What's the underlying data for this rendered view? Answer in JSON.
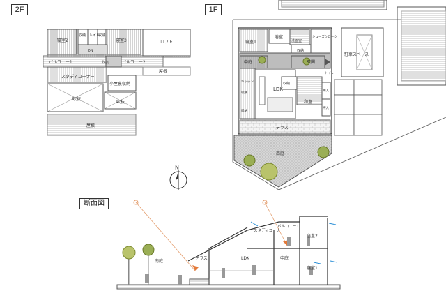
{
  "labels": {
    "floor2": "2F",
    "floor1": "1F",
    "section": "断面図",
    "north": "N"
  },
  "plan2f": {
    "bed2": "寝室2",
    "bed3": "寝室3",
    "storage_a": "収納",
    "storage_b": "収納",
    "toilet": "トイレ",
    "loft": "ロフト",
    "balcony1": "バルコニー1",
    "balcony2": "バルコニー2",
    "void_top": "吹抜",
    "roof_right": "屋根",
    "study": "スタディコーナー",
    "attic": "小屋裏収納",
    "void_left": "吹抜",
    "void_mid": "吹抜",
    "roof_bottom": "屋根",
    "dn": "DN"
  },
  "plan1f": {
    "bed1": "寝室1",
    "bath": "浴室",
    "washroom": "洗面室",
    "shoes": "シューズクローク",
    "storage_top": "収納",
    "parking": "駐車スペース",
    "courtyard": "中庭",
    "entrance": "玄関",
    "kitchen": "キッチン",
    "storage_k": "収納",
    "ldk": "LDK",
    "storage_mid": "収納",
    "storage_low": "収納",
    "tatami": "和室",
    "closet1": "押入",
    "closet2": "押入",
    "toilet": "トイレ",
    "terrace": "テラス",
    "south_garden": "南庭"
  },
  "section": {
    "south_garden": "南庭",
    "terrace": "テラス",
    "ldk": "LDK",
    "courtyard": "中庭",
    "study": "スタディコーナー",
    "balcony1": "バルコニー1",
    "bed2": "寝室2",
    "bed1": "寝室1"
  }
}
